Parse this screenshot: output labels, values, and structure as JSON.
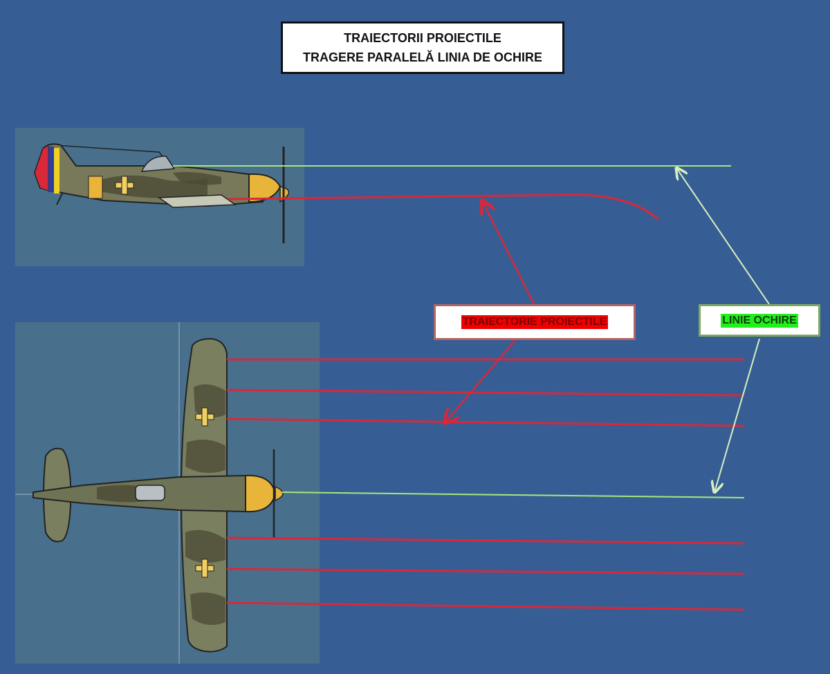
{
  "title": {
    "line1": "TRAIECTORII PROIECTILE",
    "line2": "TRAGERE  PARALELĂ LINIA DE OCHIRE"
  },
  "labels": {
    "projectile_trajectory": "TRAIECTORIE PROIECTILE",
    "sight_line": "LINIE OCHIRE"
  },
  "colors": {
    "background": "#365e94",
    "panel": "#48708c",
    "trajectory": "#d8283a",
    "sight_line": "#a8e87c",
    "camouflage_light": "#7a7f60",
    "camouflage_dark": "#4b4a33",
    "engine_cowling": "#e8b53a",
    "cross_insignia": "#f0d060"
  },
  "aircraft": [
    {
      "view": "side"
    },
    {
      "view": "top"
    }
  ],
  "trajectory_lines": {
    "side_view": 1,
    "top_view": 6
  },
  "sight_lines": {
    "side_view": 1,
    "top_view": 1
  }
}
